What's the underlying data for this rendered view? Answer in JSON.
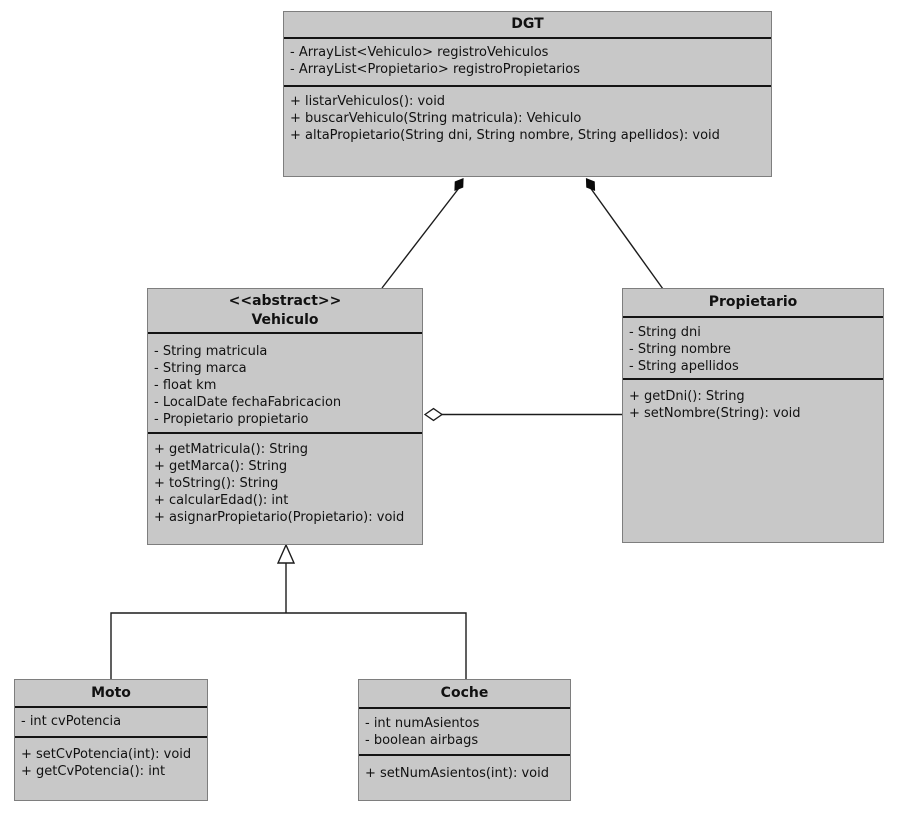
{
  "diagram": {
    "kind": "uml-class-diagram",
    "background_color": "#ffffff",
    "box_fill_color": "#c8c8c8",
    "box_border_color": "#7e7e7e",
    "separator_color": "#141414",
    "connector_color": "#1c1c1c"
  },
  "classes": {
    "dgt": {
      "name": "DGT",
      "attributes": [
        "- ArrayList<Vehiculo> registroVehiculos",
        "- ArrayList<Propietario> registroPropietarios"
      ],
      "methods": [
        "+ listarVehiculos(): void",
        "+ buscarVehiculo(String matricula): Vehiculo",
        "+ altaPropietario(String dni, String nombre, String apellidos): void"
      ]
    },
    "vehiculo": {
      "stereotype": "<<abstract>>",
      "name": "Vehiculo",
      "attributes": [
        "- String matricula",
        "- String marca",
        "- float km",
        "- LocalDate fechaFabricacion",
        "- Propietario propietario"
      ],
      "methods": [
        "+ getMatricula(): String",
        "+ getMarca(): String",
        "+ toString(): String",
        "+ calcularEdad(): int",
        "+ asignarPropietario(Propietario): void"
      ]
    },
    "propietario": {
      "name": "Propietario",
      "attributes": [
        "- String dni",
        "- String nombre",
        "- String apellidos"
      ],
      "methods": [
        "+ getDni(): String",
        "+ setNombre(String): void"
      ]
    },
    "moto": {
      "name": "Moto",
      "attributes": [
        "- int cvPotencia"
      ],
      "methods": [
        "+ setCvPotencia(int): void",
        "+ getCvPotencia(): int"
      ]
    },
    "coche": {
      "name": "Coche",
      "attributes": [
        "- int numAsientos",
        "- boolean airbags"
      ],
      "methods": [
        "+ setNumAsientos(int): void"
      ]
    }
  },
  "relationships": [
    {
      "type": "composition",
      "from": "DGT",
      "to": "Vehiculo"
    },
    {
      "type": "composition",
      "from": "DGT",
      "to": "Propietario"
    },
    {
      "type": "aggregation",
      "from": "Vehiculo",
      "to": "Propietario"
    },
    {
      "type": "inheritance",
      "parent": "Vehiculo",
      "children": [
        "Moto",
        "Coche"
      ]
    }
  ]
}
